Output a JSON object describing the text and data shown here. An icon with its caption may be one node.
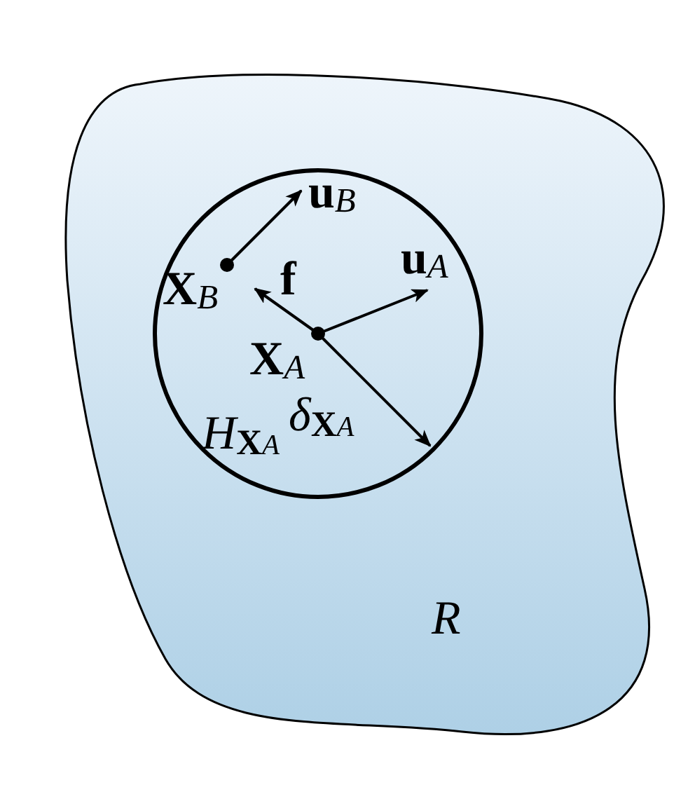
{
  "diagram": {
    "nodes": [
      {
        "text": [
          "R"
        ]
      },
      {
        "text": [
          "*H*$_{XA}$"
        ],
        "in": 0
      }
    ],
    "labels": [
      "**u**$_{B}$",
      "**X**$_{B}$",
      "**f**",
      "**u**$_{A}$",
      "**X**$_{A}$",
      "*δ*$_{XA}$"
    ]
  }
}
